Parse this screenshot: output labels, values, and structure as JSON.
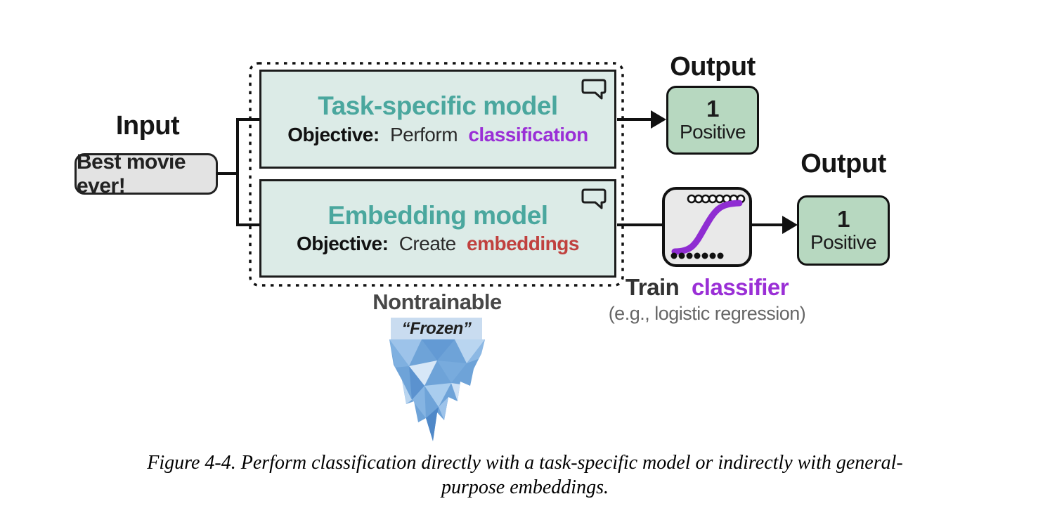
{
  "figure": {
    "input": {
      "label": "Input",
      "text": "Best movie ever!"
    },
    "models": {
      "task": {
        "title": "Task-specific model",
        "objective_label": "Objective:",
        "objective_verb": "Perform",
        "objective_object": "classification"
      },
      "embedding": {
        "title": "Embedding model",
        "objective_label": "Objective:",
        "objective_verb": "Create",
        "objective_object": "embeddings"
      }
    },
    "outputs": {
      "top": {
        "label": "Output",
        "value": "1",
        "sentiment": "Positive"
      },
      "bottom": {
        "label": "Output",
        "value": "1",
        "sentiment": "Positive"
      }
    },
    "classifier": {
      "word_plain": "Train",
      "word_accent": "classifier",
      "note": "(e.g., logistic regression)"
    },
    "frozen_group": {
      "title": "Nontrainable",
      "badge": "“Frozen”"
    }
  },
  "caption": {
    "line1": "Figure 4-4. Perform classification directly with a task-specific model or indirectly with general-",
    "line2": "purpose embeddings."
  },
  "colors": {
    "teal_title": "#4aa79e",
    "purple_accent": "#9a2fd6",
    "red_accent": "#c0413e",
    "model_fill": "#dcebe7",
    "output_fill": "#b7d8c0",
    "input_fill": "#e3e3e3",
    "frozen_band_fill": "#c9dcf0",
    "line_color": "#111111"
  }
}
